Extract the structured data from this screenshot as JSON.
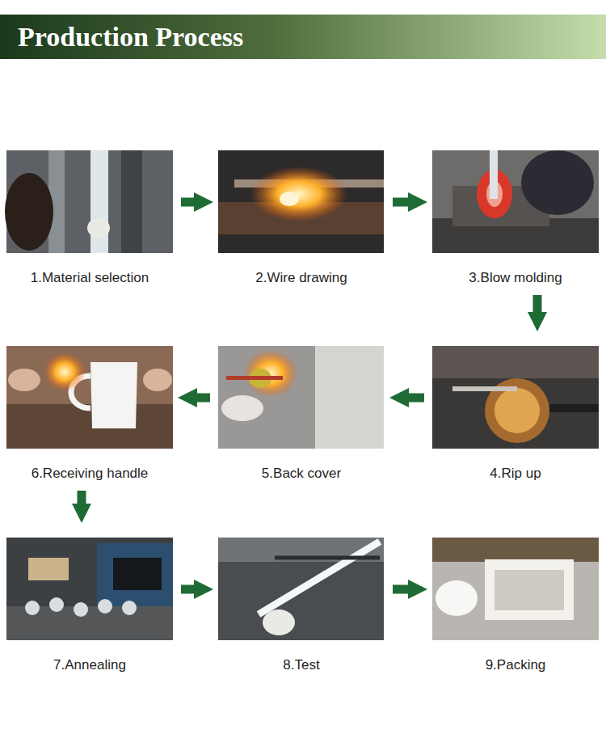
{
  "diagram": {
    "title": "Production Process",
    "nodes": [
      {
        "text": [
          "1.Material selection"
        ]
      },
      {
        "text": [
          "2.Wire drawing"
        ]
      },
      {
        "text": [
          "3.Blow molding"
        ]
      },
      {
        "text": [
          "4.Rip up"
        ]
      },
      {
        "text": [
          "5.Back cover"
        ]
      },
      {
        "text": [
          "6.Receiving handle"
        ]
      },
      {
        "text": [
          "7.Annealing"
        ]
      },
      {
        "text": [
          "8.Test"
        ]
      },
      {
        "text": [
          "9.Packing"
        ]
      }
    ],
    "edges": [
      {
        "from": 0,
        "to": 1,
        "arrow": "to"
      },
      {
        "from": 1,
        "to": 2,
        "arrow": "to"
      },
      {
        "from": 2,
        "to": 3,
        "arrow": "to"
      },
      {
        "from": 3,
        "to": 4,
        "arrow": "to"
      },
      {
        "from": 4,
        "to": 5,
        "arrow": "to"
      },
      {
        "from": 5,
        "to": 6,
        "arrow": "to"
      },
      {
        "from": 6,
        "to": 7,
        "arrow": "to"
      },
      {
        "from": 7,
        "to": 8,
        "arrow": "to"
      }
    ]
  }
}
